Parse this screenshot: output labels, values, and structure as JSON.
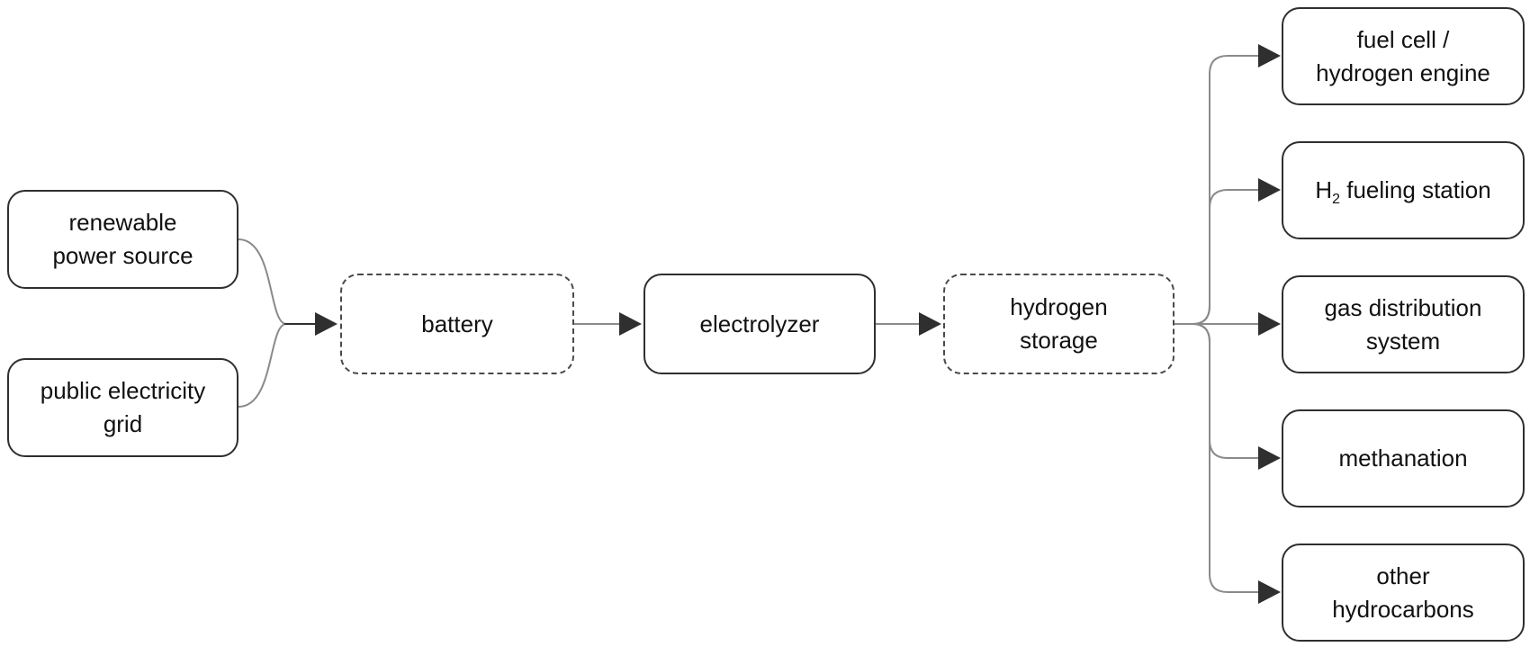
{
  "nodes": {
    "renewable": {
      "lines": [
        "renewable",
        "power source"
      ]
    },
    "grid": {
      "lines": [
        "public electricity",
        "grid"
      ]
    },
    "battery": {
      "lines": [
        "battery"
      ]
    },
    "electrolyzer": {
      "lines": [
        "electrolyzer"
      ]
    },
    "storage": {
      "lines": [
        "hydrogen",
        "storage"
      ]
    },
    "fuel_cell": {
      "lines": [
        "fuel cell /",
        "hydrogen engine"
      ]
    },
    "fueling": {
      "prefix": "H",
      "sub": "2",
      "suffix": " fueling station"
    },
    "gas": {
      "lines": [
        "gas distribution",
        "system"
      ]
    },
    "methanation": {
      "lines": [
        "methanation"
      ]
    },
    "other": {
      "lines": [
        "other",
        "hydrocarbons"
      ]
    }
  },
  "edges": [
    {
      "from": "renewable",
      "to": "battery"
    },
    {
      "from": "grid",
      "to": "battery"
    },
    {
      "from": "battery",
      "to": "electrolyzer"
    },
    {
      "from": "electrolyzer",
      "to": "storage"
    },
    {
      "from": "storage",
      "to": "fuel_cell"
    },
    {
      "from": "storage",
      "to": "fueling"
    },
    {
      "from": "storage",
      "to": "gas"
    },
    {
      "from": "storage",
      "to": "methanation"
    },
    {
      "from": "storage",
      "to": "other"
    }
  ],
  "colors": {
    "line": "#8a8a8a",
    "arrowhead": "#2f2f2f",
    "border": "#2f2f2f"
  }
}
